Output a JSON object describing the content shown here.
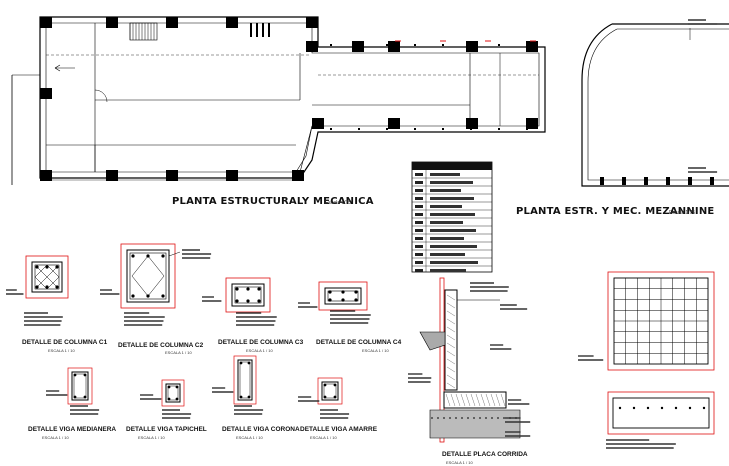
{
  "plans": {
    "main_title": "PLANTA ESTRUCTURALY MECANICA",
    "main_scale": "Escala 1/75",
    "mezz_title": "PLANTA ESTR. Y MEC. MEZANNINE",
    "mezz_scale": "Escala 1/75"
  },
  "details": {
    "c1": "DETALLE DE COLUMNA C1",
    "c2": "DETALLE DE COLUMNA C2",
    "c3": "DETALLE DE COLUMNA C3",
    "c4": "DETALLE DE COLUMNA C4",
    "v1": "DETALLE VIGA MEDIANERA",
    "v2": "DETALLE VIGA TAPICHEL",
    "v3": "DETALLE VIGA CORONA",
    "v4": "DETALLE VIGA AMARRE",
    "placa": "DETALLE PLACA CORRIDA",
    "scale": "ESCALA 1 / 10"
  },
  "colors": {
    "line": "#000000",
    "accent": "#e01010",
    "hatch": "#555555",
    "bg": "#ffffff"
  }
}
